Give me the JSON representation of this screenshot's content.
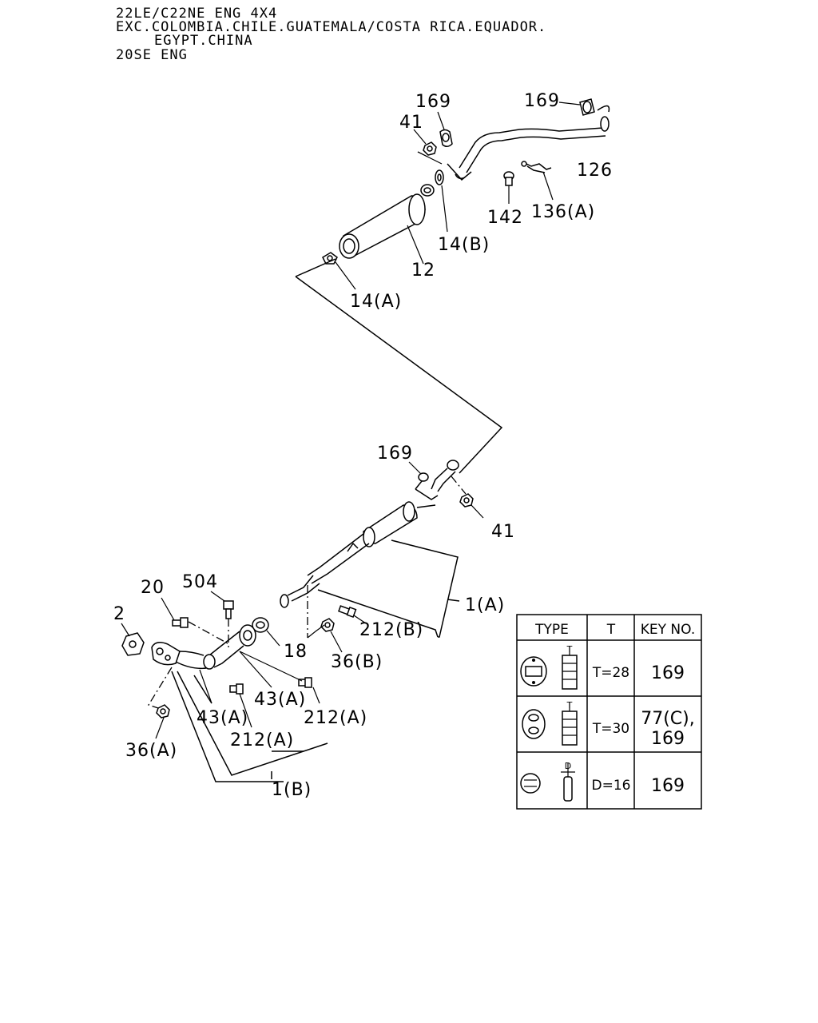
{
  "header": {
    "line1": "22LE/C22NE ENG 4X4",
    "line2": "EXC.COLOMBIA.CHILE.GUATEMALA/COSTA RICA.EQUADOR.",
    "line3": "EGYPT.CHINA",
    "line4": "20SE ENG"
  },
  "callouts": {
    "c169_top_a": "169",
    "c169_top_b": "169",
    "c41_top": "41",
    "c126": "126",
    "c142": "142",
    "c136a": "136(A)",
    "c14b": "14(B)",
    "c12": "12",
    "c14a": "14(A)",
    "c169_mid": "169",
    "c41_mid": "41",
    "c1a": "1(A)",
    "c504": "504",
    "c20": "20",
    "c2": "2",
    "c18": "18",
    "c212b": "212(B)",
    "c36b": "36(B)",
    "c43a_1": "43(A)",
    "c43a_2": "43(A)",
    "c212a_1": "212(A)",
    "c212a_2": "212(A)",
    "c36a": "36(A)",
    "c1b": "1(B)"
  },
  "table": {
    "headers": [
      "TYPE",
      "T",
      "KEY NO."
    ],
    "rows": [
      {
        "type_icon": "round-hanger-icon",
        "dim": "T=28",
        "key": "169",
        "key2": ""
      },
      {
        "type_icon": "oval-hanger-icon",
        "dim": "T=30",
        "key": "77(C),",
        "key2": "169"
      },
      {
        "type_icon": "small-round-hanger-icon",
        "dim": "D=16",
        "key": "169",
        "key2": ""
      }
    ]
  }
}
